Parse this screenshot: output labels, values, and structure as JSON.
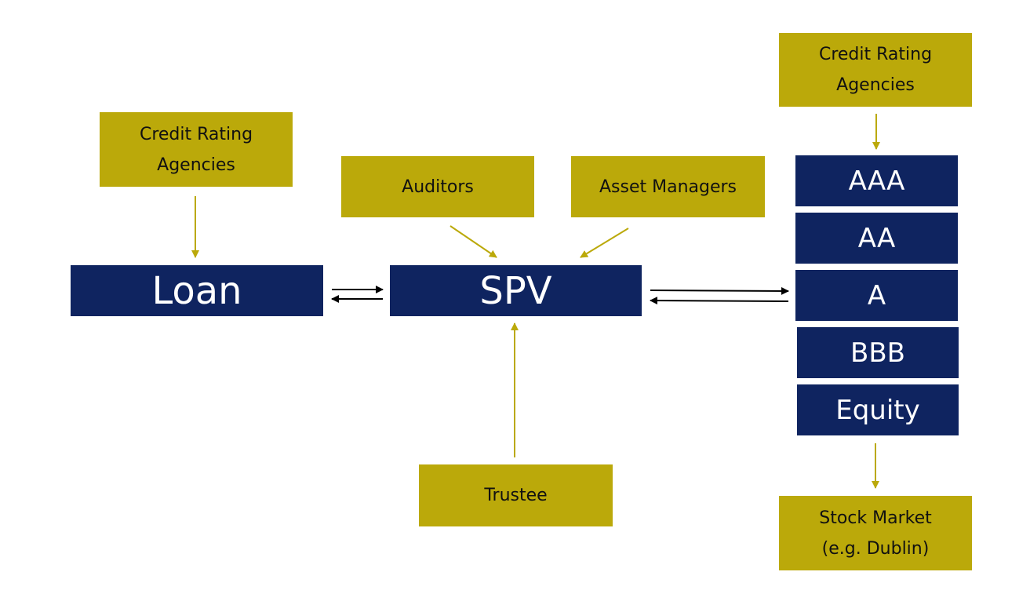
{
  "nodes": {
    "cra_left": {
      "label": "Credit Rating\nAgencies"
    },
    "cra_right": {
      "label": "Credit Rating\nAgencies"
    },
    "auditors": {
      "label": "Auditors"
    },
    "asset_managers": {
      "label": "Asset Managers"
    },
    "trustee": {
      "label": "Trustee"
    },
    "stock_market": {
      "label": "Stock Market\n(e.g. Dublin)"
    },
    "loan": {
      "label": "Loan"
    },
    "spv": {
      "label": "SPV"
    }
  },
  "tranches": [
    {
      "label": "AAA"
    },
    {
      "label": "AA"
    },
    {
      "label": "A"
    },
    {
      "label": "BBB"
    },
    {
      "label": "Equity"
    }
  ],
  "colors": {
    "gold": "#bba90a",
    "navy": "#0f2460",
    "connector_gold": "#bba90a",
    "connector_black": "#000000"
  }
}
